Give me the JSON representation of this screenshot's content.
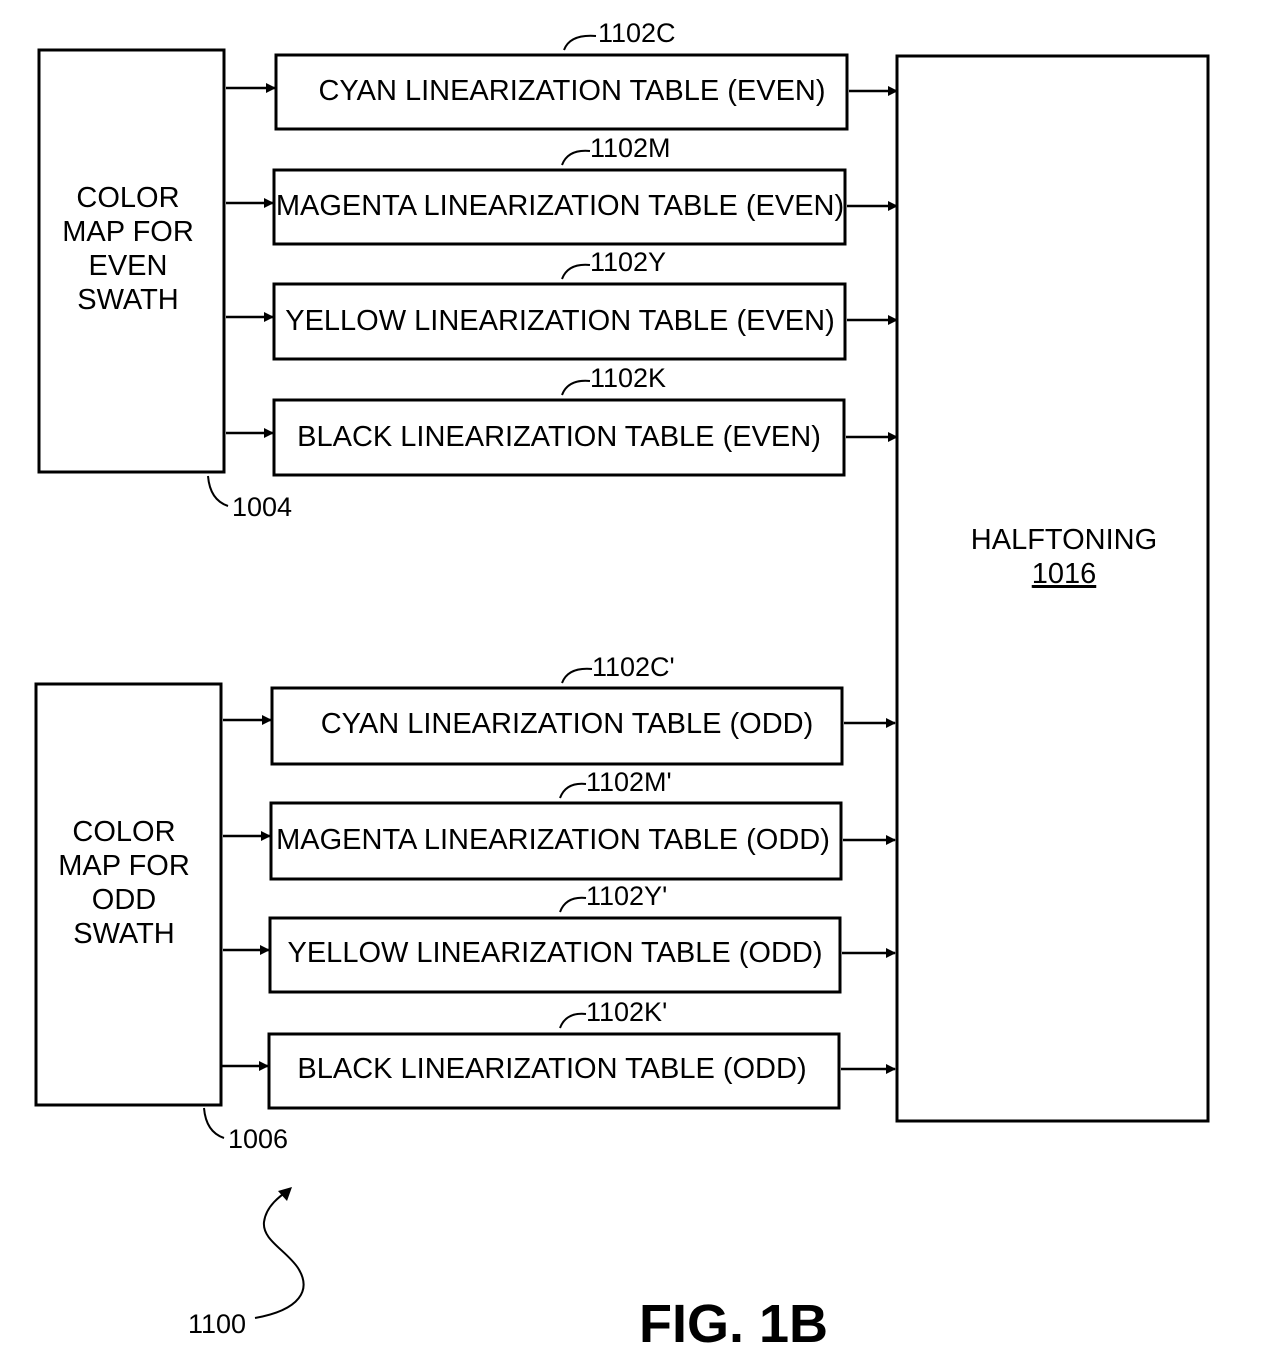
{
  "even_group": {
    "color_map": {
      "lines": [
        "COLOR",
        "MAP FOR",
        "EVEN",
        "SWATH"
      ],
      "ref": "1004"
    },
    "tables": [
      {
        "label": "CYAN LINEARIZATION TABLE (EVEN)",
        "ref": "1102C"
      },
      {
        "label": "MAGENTA LINEARIZATION TABLE (EVEN)",
        "ref": "1102M"
      },
      {
        "label": "YELLOW LINEARIZATION TABLE (EVEN)",
        "ref": "1102Y"
      },
      {
        "label": "BLACK LINEARIZATION TABLE (EVEN)",
        "ref": "1102K"
      }
    ]
  },
  "odd_group": {
    "color_map": {
      "lines": [
        "COLOR",
        "MAP FOR",
        "ODD",
        "SWATH"
      ],
      "ref": "1006"
    },
    "tables": [
      {
        "label": "CYAN LINEARIZATION TABLE (ODD)",
        "ref": "1102C'"
      },
      {
        "label": "MAGENTA LINEARIZATION TABLE (ODD)",
        "ref": "1102M'"
      },
      {
        "label": "YELLOW LINEARIZATION TABLE (ODD)",
        "ref": "1102Y'"
      },
      {
        "label": "BLACK LINEARIZATION TABLE (ODD)",
        "ref": "1102K'"
      }
    ]
  },
  "halftoning": {
    "label": "HALFTONING",
    "ref": "1016"
  },
  "system_ref": "1100",
  "figure_label": "FIG. 1B"
}
